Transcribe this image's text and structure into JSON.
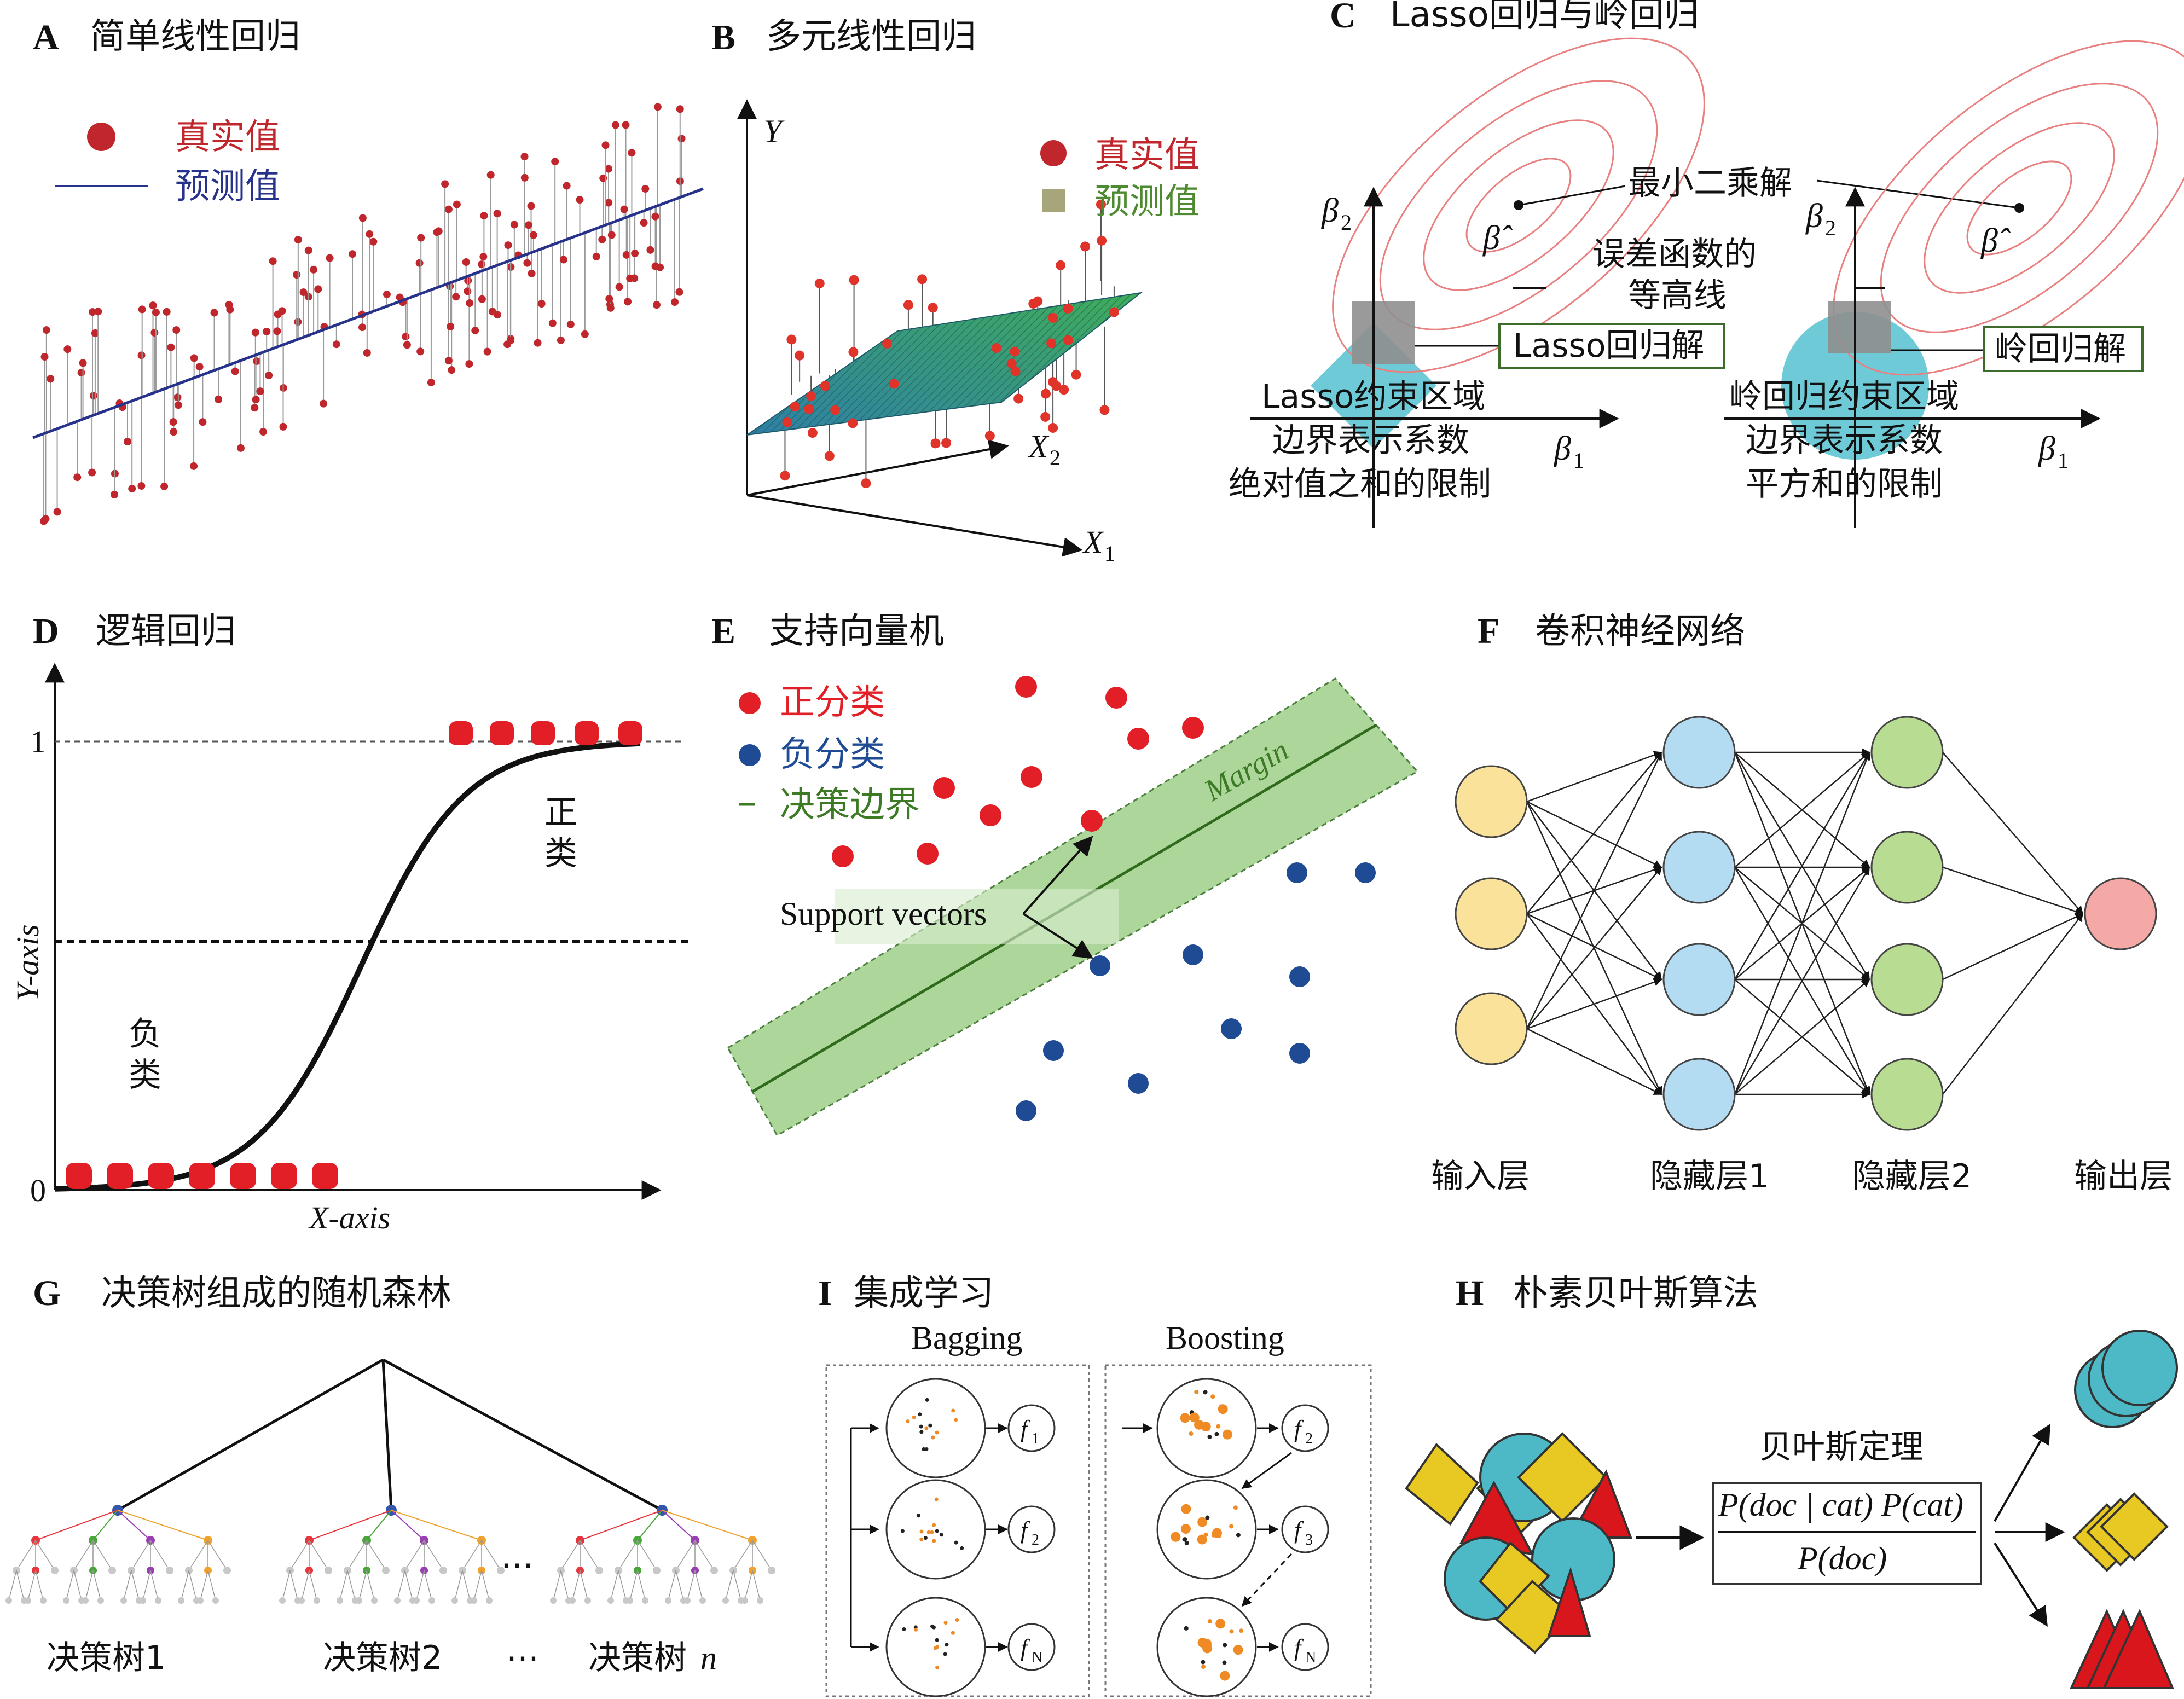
{
  "panels": {
    "A": {
      "label": "A",
      "title": "简单线性回归",
      "legend_true": "真实值",
      "legend_pred": "预测值"
    },
    "B": {
      "label": "B",
      "title": "多元线性回归",
      "legend_true": "真实值",
      "legend_pred": "预测值",
      "axis_y": "Y",
      "axis_x1": "X",
      "axis_x1_sub": "1",
      "axis_x2": "X",
      "axis_x2_sub": "2"
    },
    "C": {
      "label": "C",
      "title": "Lasso回归与岭回归",
      "ols": "最小二乘解",
      "contour1": "误差函数的",
      "contour2": "等高线",
      "lasso_sol": "Lasso回归解",
      "ridge_sol": "岭回归解",
      "lasso_r1": "Lasso约束区域",
      "lasso_r2": "边界表示系数",
      "lasso_r3": "绝对值之和的限制",
      "ridge_r1": "岭回归约束区域",
      "ridge_r2": "边界表示系数",
      "ridge_r3": "平方和的限制",
      "beta": "β",
      "sub1": "1",
      "sub2": "2",
      "beta_hat": "β̂"
    },
    "D": {
      "label": "D",
      "title": "逻辑回归",
      "y_axis": "Y-axis",
      "x_axis": "X-axis",
      "tick1": "1",
      "tick0": "0",
      "pos1": "正",
      "pos2": "类",
      "neg1": "负",
      "neg2": "类"
    },
    "E": {
      "label": "E",
      "title": "支持向量机",
      "pos": "正分类",
      "neg": "负分类",
      "boundary": "决策边界",
      "margin": "Margin",
      "sv": "Support vectors"
    },
    "F": {
      "label": "F",
      "title": "卷积神经网络",
      "input": "输入层",
      "hidden1": "隐藏层1",
      "hidden2": "隐藏层2",
      "output": "输出层"
    },
    "G": {
      "label": "G",
      "title": "决策树组成的随机森林",
      "tree1": "决策树1",
      "tree2": "决策树2",
      "treen": "决策树",
      "treen_var": "n",
      "dots": "⋯"
    },
    "I": {
      "label": "I",
      "title": "集成学习",
      "bagging": "Bagging",
      "boosting": "Boosting",
      "f1": "f",
      "s1": "1",
      "s2": "2",
      "s3": "3",
      "sN": "N"
    },
    "H": {
      "label": "H",
      "title": "朴素贝叶斯算法",
      "bayes": "贝叶斯定理",
      "numerator": "P(doc | cat) P(cat)",
      "denominator": "P(doc)"
    }
  },
  "colors": {
    "red": "#c0272d",
    "blue": "#27338a",
    "green": "#5a8a2c",
    "svm_band": "#9fcf8a",
    "input": "#fbe29a",
    "hidden": "#b3dcf2",
    "hidden2": "#b9dc93",
    "output": "#f5a9a6",
    "cyan": "#4db8c6",
    "yellow": "#e8c923",
    "tri": "#d9161c"
  }
}
